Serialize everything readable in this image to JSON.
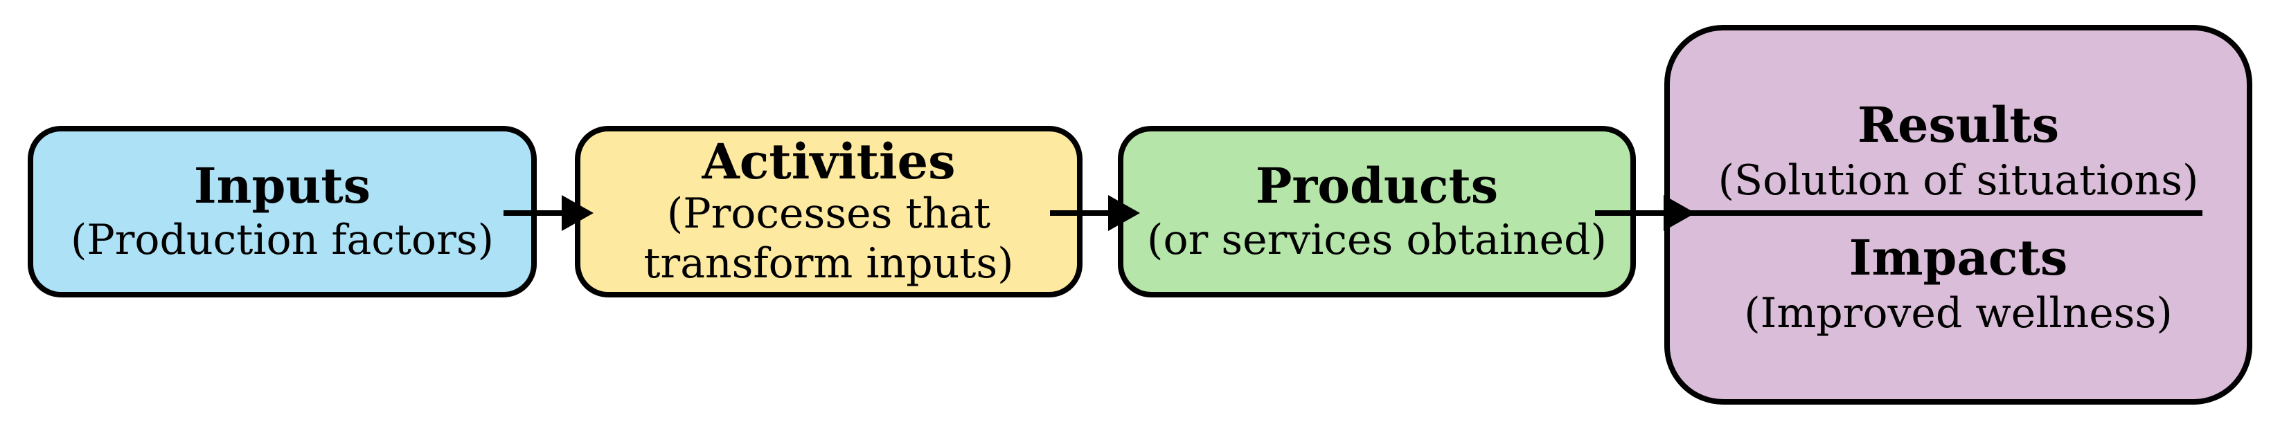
{
  "colors": {
    "background": "#ffffff",
    "stroke": "#000000",
    "arrow": "#000000"
  },
  "boxes": [
    {
      "name": "inputs",
      "title": "Inputs",
      "subtitle": "(Production factors)",
      "fill": "#ADE1F6"
    },
    {
      "name": "activities",
      "title": "Activities",
      "subtitle": "(Processes that transform inputs)",
      "fill": "#FDE9A0"
    },
    {
      "name": "products",
      "title": "Products",
      "subtitle": "(or services obtained)",
      "fill": "#B5E5A8"
    },
    {
      "name": "results-impacts",
      "fill": "#DABDD8",
      "sections": [
        {
          "title": "Results",
          "subtitle": "(Solution of situations)"
        },
        {
          "title": "Impacts",
          "subtitle": "(Improved wellness)"
        }
      ]
    }
  ]
}
